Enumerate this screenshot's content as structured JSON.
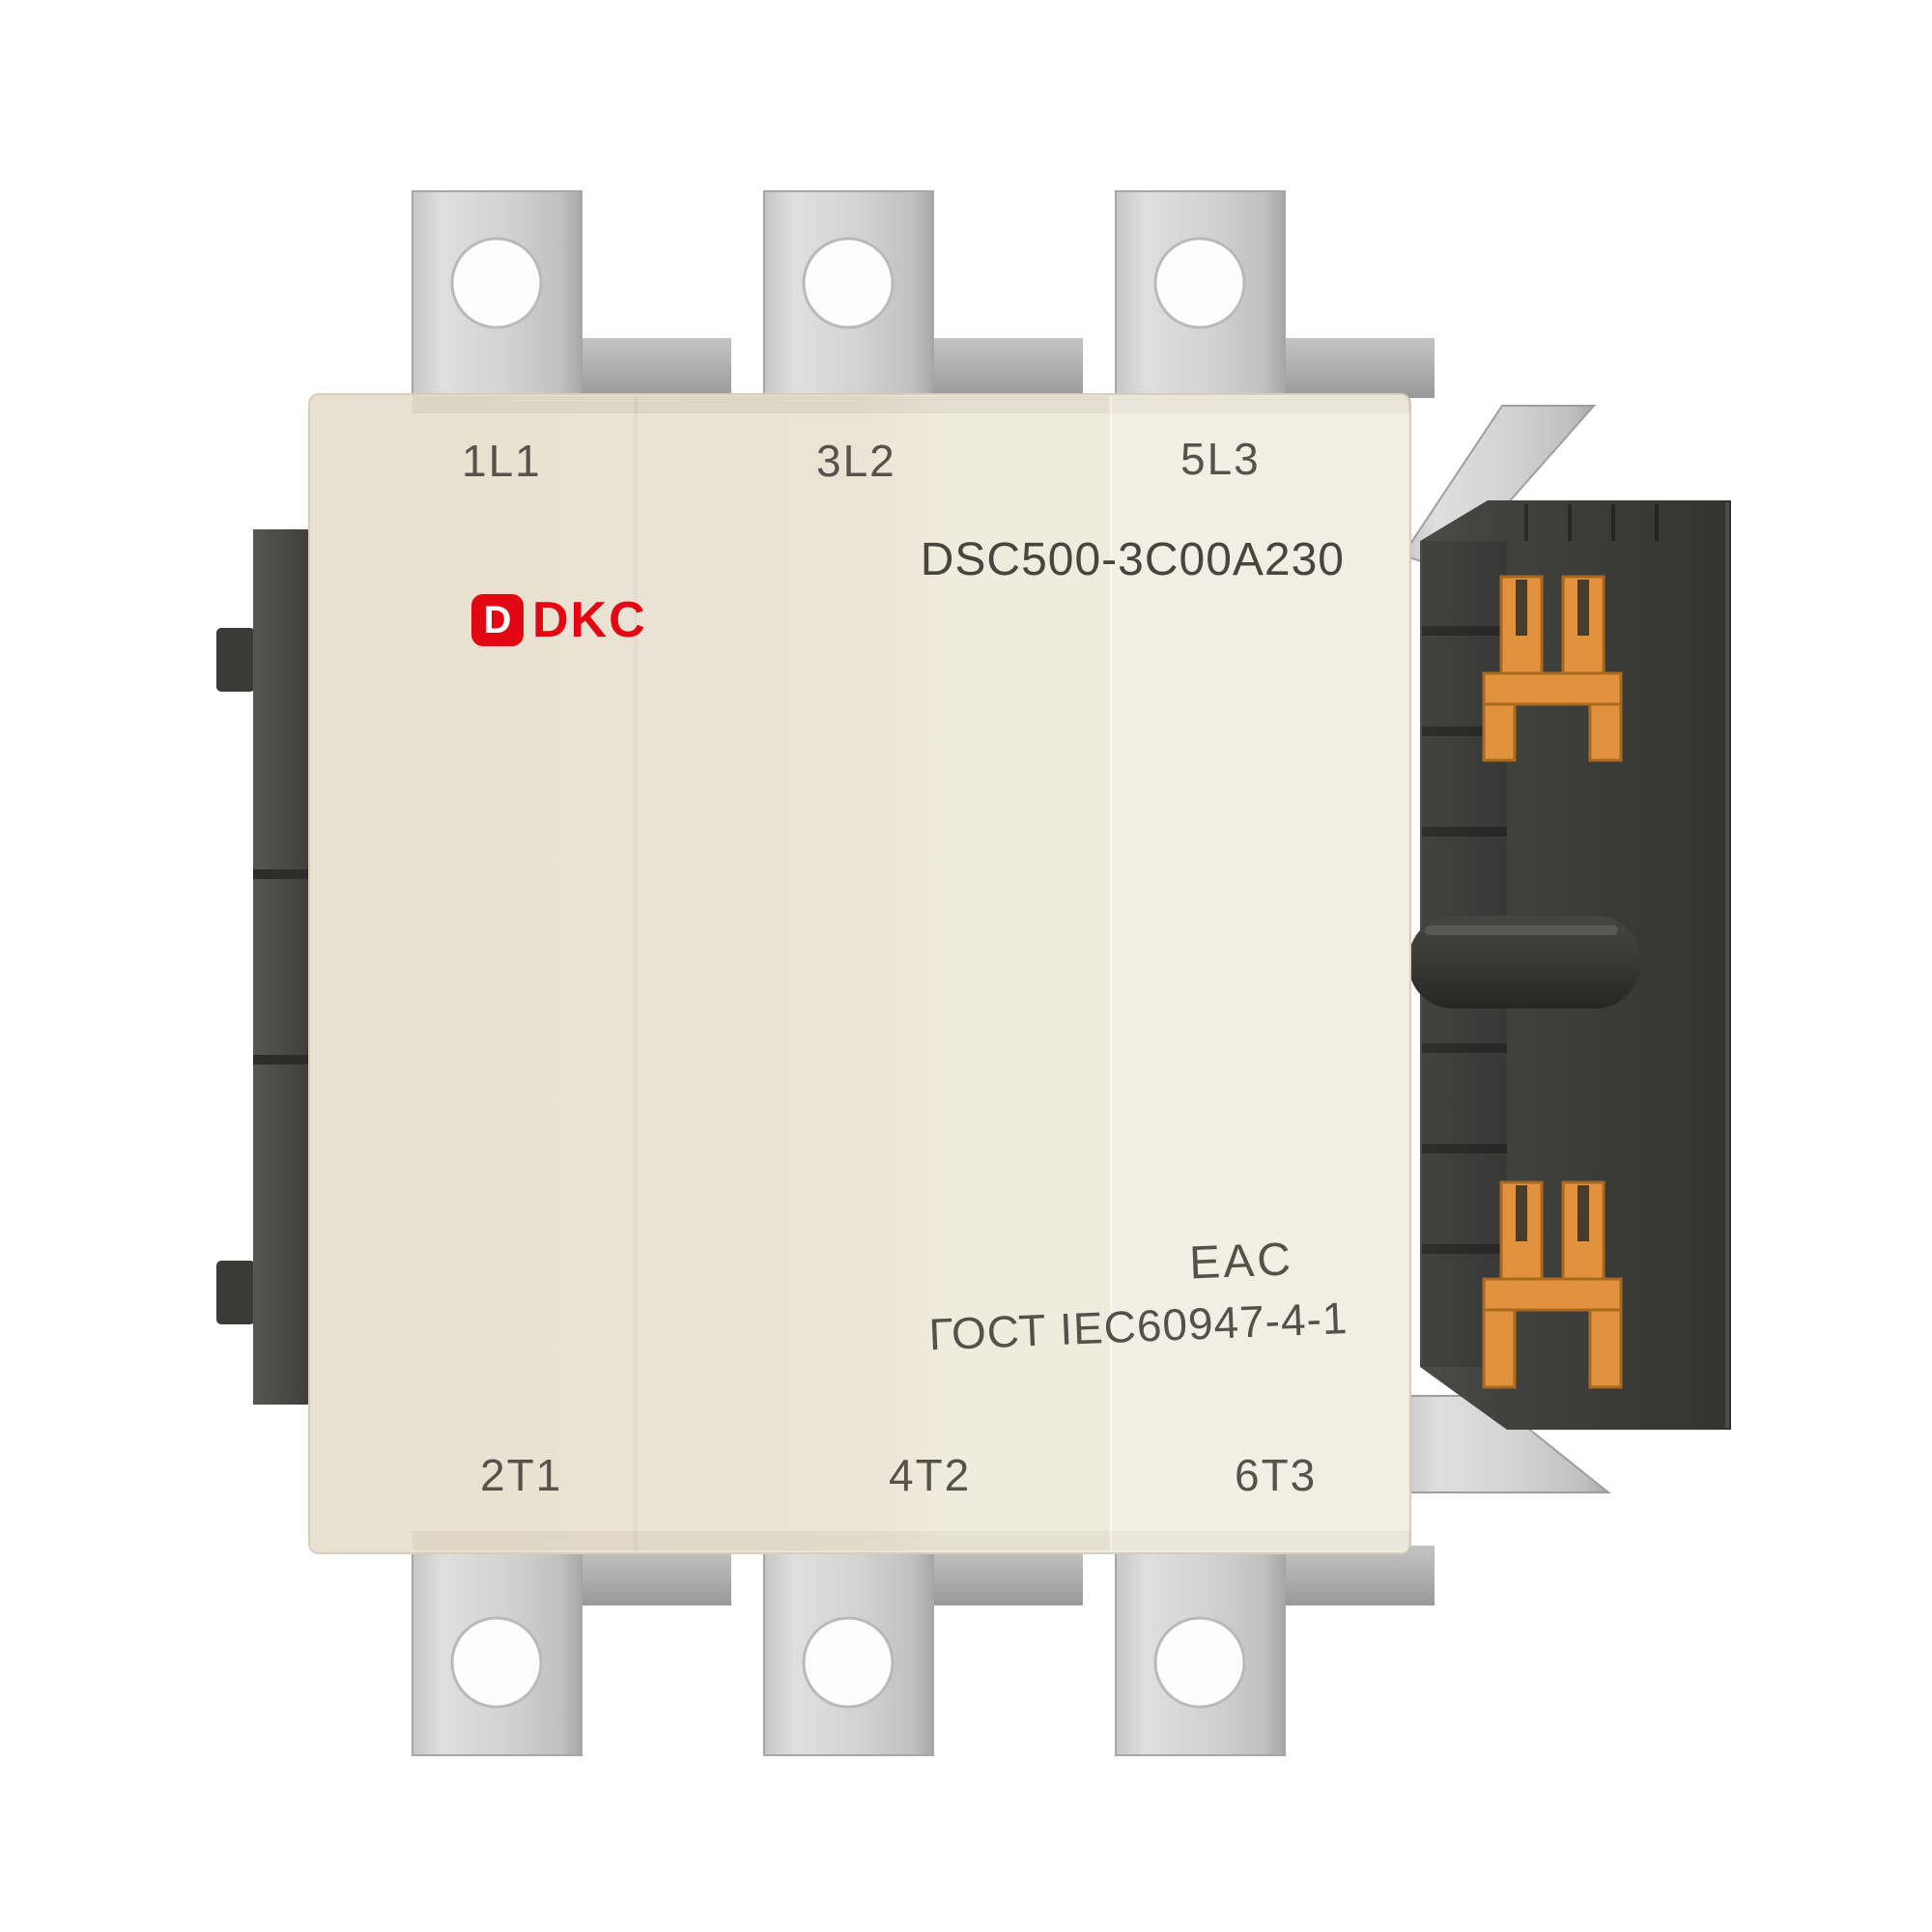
{
  "product": {
    "brand": "DKC",
    "logo_letter": "D",
    "model": "DSC500-3C00A230",
    "certification": "EAC",
    "standard": "ГОСТ IEC60947-4-1",
    "terminals": {
      "top": [
        "1L1",
        "3L2",
        "5L3"
      ],
      "bottom": [
        "2T1",
        "4T2",
        "6T3"
      ]
    },
    "colors": {
      "brand_red": "#E30613",
      "panel_cream": "#EDE6D7",
      "housing_dark": "#3E3E3C",
      "clip_orange": "#E2913C",
      "terminal_metal": "#CFCFCF"
    }
  }
}
